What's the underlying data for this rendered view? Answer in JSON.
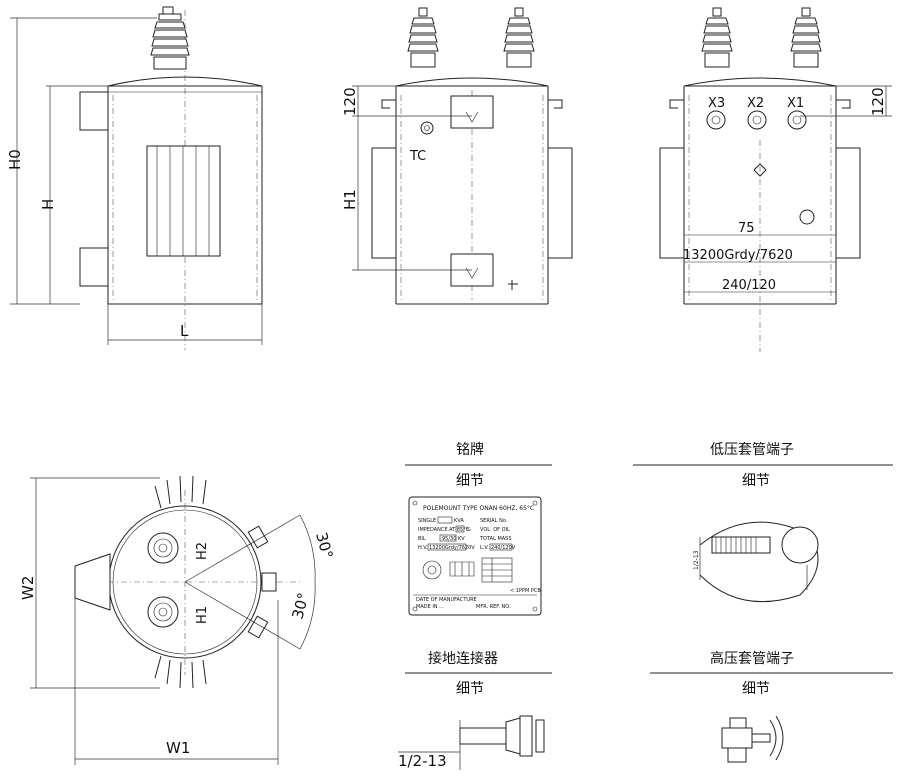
{
  "dimensions": {
    "h0": "H0",
    "h": "H",
    "l": "L",
    "h1": "H1",
    "offset_120_side": "120",
    "offset_120_back": "120",
    "w1": "W1",
    "w2": "W2",
    "angle_top": "30°",
    "angle_bottom": "30°",
    "thread": "1/2-13"
  },
  "labels": {
    "tc": "TC",
    "x3": "X3",
    "x2": "X2",
    "x1": "X1",
    "h2": "H2",
    "h1": "H1",
    "kva_75": "75",
    "hv_rating": "13200Grdy/7620",
    "lv_rating": "240/120"
  },
  "details": {
    "nameplate_title": "铭牌",
    "nameplate_sub": "细节",
    "lv_bushing_title": "低压套管端子",
    "lv_bushing_sub": "细节",
    "ground_title": "接地连接器",
    "ground_sub": "细节",
    "hv_bushing_title": "高压套管端子",
    "hv_bushing_sub": "细节"
  },
  "nameplate": {
    "header": "POLEMOUNT TYPE ONAN 60HZ, 65°C",
    "row1_left": "SINGLE",
    "row1_unit": "KVA",
    "row1_right": "SERIAL No.",
    "row2_left": "IMPEDANCE AT 85°C",
    "row2_unit": "%",
    "row2_right": "VOL. OF OIL",
    "row3_left": "BIL",
    "row3_value": "95/30",
    "row3_unit": "KV",
    "row3_right": "TOTAL MASS",
    "row4_left": "H.V.",
    "row4_value": "13200Grdy/7620V",
    "row4_right": "L.V.",
    "row4_value2": "240/120V",
    "footer_right": "< 1PPM PCB",
    "footer_line1": "DATE OF MANUFACTURE",
    "footer_line2": "MADE IN ...",
    "footer_line3": "MFR. REF. NO."
  }
}
